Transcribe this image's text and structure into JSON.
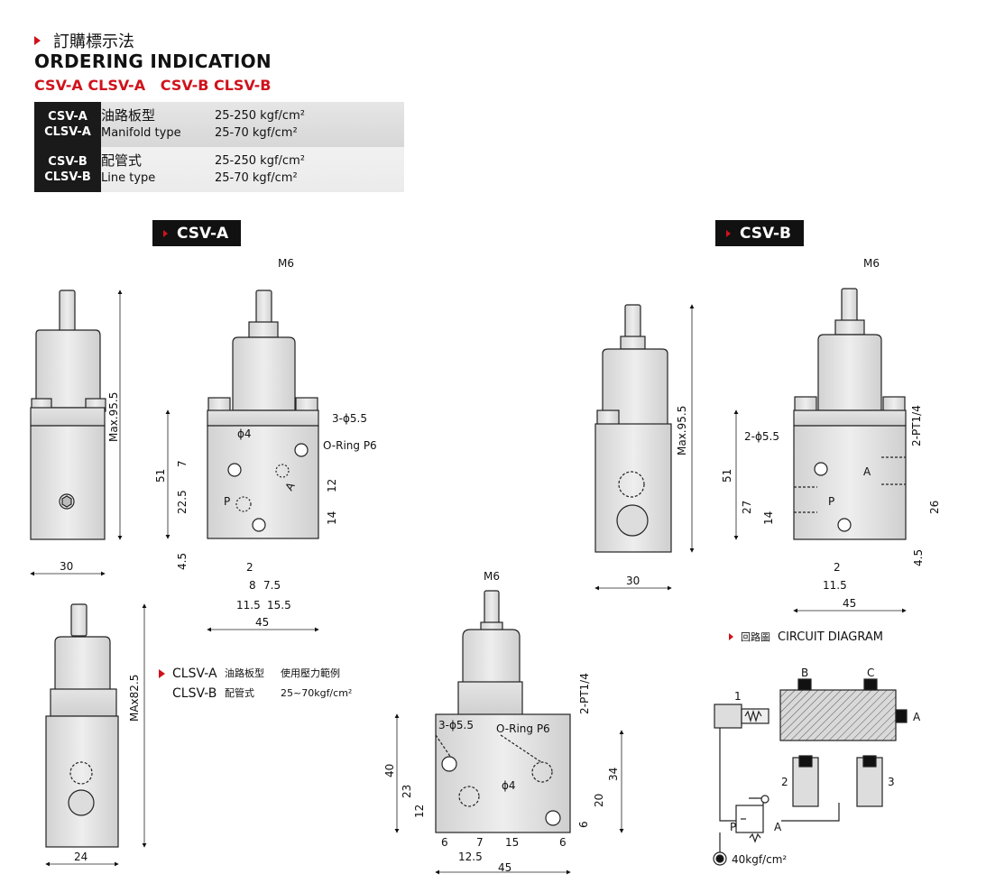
{
  "header": {
    "zh_title": "訂購標示法",
    "en_title": "ORDERING INDICATION",
    "models": "CSV-A CLSV-A   CSV-B CLSV-B"
  },
  "spec_table": [
    {
      "code1": "CSV-A",
      "code2": "CLSV-A",
      "type_zh": "油路板型",
      "type_en": "Manifold type",
      "p1": "25-250 kgf/cm²",
      "p2": "25-70 kgf/cm²"
    },
    {
      "code1": "CSV-B",
      "code2": "CLSV-B",
      "type_zh": "配管式",
      "type_en": "Line type",
      "p1": "25-250 kgf/cm²",
      "p2": "25-70 kgf/cm²"
    }
  ],
  "sections": {
    "csv_a": "CSV-A",
    "csv_b": "CSV-B"
  },
  "legend": {
    "row1_model": "CLSV-A",
    "row1_type": "油路板型",
    "row1_note": "使用壓力範例",
    "row2_model": "CLSV-B",
    "row2_type": "配管式",
    "row2_note": "25~70kgf/cm²"
  },
  "circuit": {
    "title_zh": "回路圖",
    "title_en": "CIRCUIT DIAGRAM",
    "pressure": "40kgf/cm²"
  },
  "dims": {
    "m6": "M6",
    "max955": "Max.95.5",
    "max825": "MAx82.5",
    "w30": "30",
    "w24": "24",
    "w45": "45",
    "h51": "51",
    "h7": "7",
    "h225": "22.5",
    "h45": "4.5",
    "h12": "12",
    "h14": "14",
    "d2": "2",
    "d8": "8",
    "d75": "7.5",
    "d115": "11.5",
    "d155": "15.5",
    "holes3": "3-ϕ5.5",
    "phi4": "ϕ4",
    "oring": "O-Ring P6",
    "p": "P",
    "a": "A",
    "holes2": "2-ϕ5.5",
    "pt14": "2-PT1/4",
    "h27": "27",
    "h26": "26",
    "h40": "40",
    "h23": "23",
    "h20": "20",
    "h34": "34",
    "h6": "6",
    "b6": "6",
    "b7": "7",
    "b15": "15",
    "b125": "12.5",
    "lbl_b": "B",
    "lbl_c": "C",
    "lbl_1": "1",
    "lbl_2": "2",
    "lbl_3": "3"
  }
}
